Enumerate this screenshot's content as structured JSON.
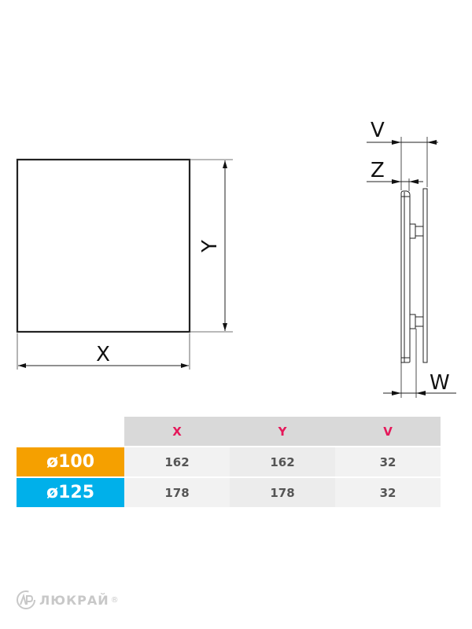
{
  "drawing": {
    "front_view": {
      "dimension_labels": {
        "width": "X",
        "height": "Y"
      }
    },
    "side_view": {
      "dimension_labels": {
        "overall_depth": "V",
        "back_plate": "Z",
        "gap": "W"
      }
    },
    "line_color": "#111111"
  },
  "table": {
    "headers": [
      "X",
      "Y",
      "V"
    ],
    "header_color": "#e5185a",
    "rows": [
      {
        "label": "ø100",
        "color": "#f5a000",
        "values": [
          "162",
          "162",
          "32"
        ]
      },
      {
        "label": "ø125",
        "color": "#00b0ea",
        "values": [
          "178",
          "178",
          "32"
        ]
      }
    ]
  },
  "logo": {
    "emblem": "ЛР",
    "name": "ЛЮКРАЙ",
    "registered": "®"
  }
}
